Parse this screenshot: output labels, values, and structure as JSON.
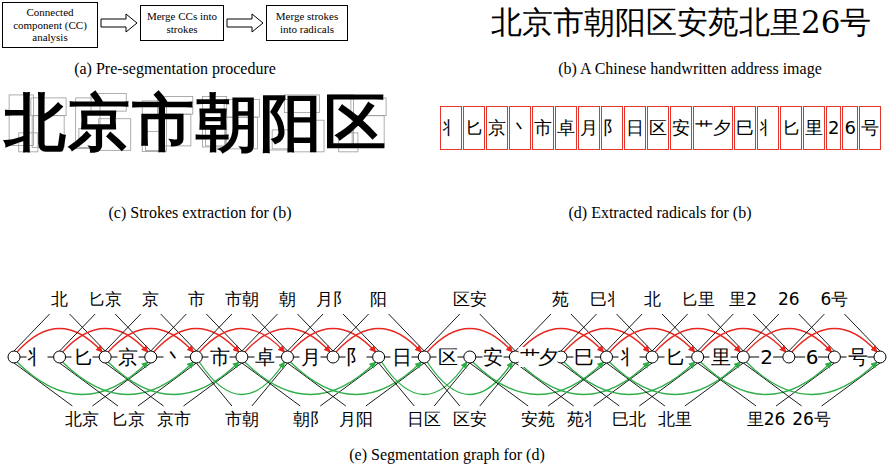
{
  "diagram": {
    "nodes": [
      {
        "text": [
          "Connected component (CC) analysis"
        ]
      },
      {
        "text": [
          "Merge CCs into strokes"
        ]
      },
      {
        "text": [
          "Merge strokes into radicals"
        ]
      },
      {
        "text": [
          "丬"
        ]
      },
      {
        "text": [
          "匕"
        ]
      },
      {
        "text": [
          "京"
        ]
      },
      {
        "text": [
          "丶"
        ]
      },
      {
        "text": [
          "市"
        ]
      },
      {
        "text": [
          "卓"
        ]
      },
      {
        "text": [
          "月"
        ]
      },
      {
        "text": [
          "阝"
        ]
      },
      {
        "text": [
          "日"
        ]
      },
      {
        "text": [
          "区"
        ]
      },
      {
        "text": [
          "安"
        ]
      },
      {
        "text": [
          "艹夕"
        ]
      },
      {
        "text": [
          "巳"
        ]
      },
      {
        "text": [
          "丬"
        ]
      },
      {
        "text": [
          "匕"
        ]
      },
      {
        "text": [
          "里"
        ]
      },
      {
        "text": [
          "2"
        ]
      },
      {
        "text": [
          "6"
        ]
      },
      {
        "text": [
          "号"
        ]
      }
    ],
    "edges": [
      {
        "from": 0,
        "to": 1,
        "arrow": "to"
      },
      {
        "from": 1,
        "to": 2,
        "arrow": "to"
      }
    ],
    "labels": [
      "(a) Pre-segmentation procedure",
      "(b) A Chinese handwritten address image",
      "(c) Strokes extraction for (b)",
      "(d) Extracted radicals for (b)",
      "(e) Segmentation graph for (d)",
      "北京市朝阳区安苑北里26号",
      "北京市朝阳区",
      "丬",
      "匕",
      "京",
      "丶",
      "市",
      "卓",
      "月",
      "阝",
      "日",
      "区",
      "安",
      "艹夕",
      "巳",
      "丬",
      "匕",
      "里",
      "2",
      "6",
      "号",
      "北",
      "匕京",
      "京",
      "市",
      "市朝",
      "朝",
      "月阝",
      "阳",
      "区安",
      "苑",
      "巳丬",
      "北",
      "匕里",
      "里2",
      "26",
      "6号",
      "北京",
      "匕京",
      "京市",
      "市朝",
      "朝阝",
      "月阳",
      "日区",
      "区安",
      "安苑",
      "苑丬",
      "巳北",
      "北里",
      "里26",
      "26号"
    ]
  }
}
